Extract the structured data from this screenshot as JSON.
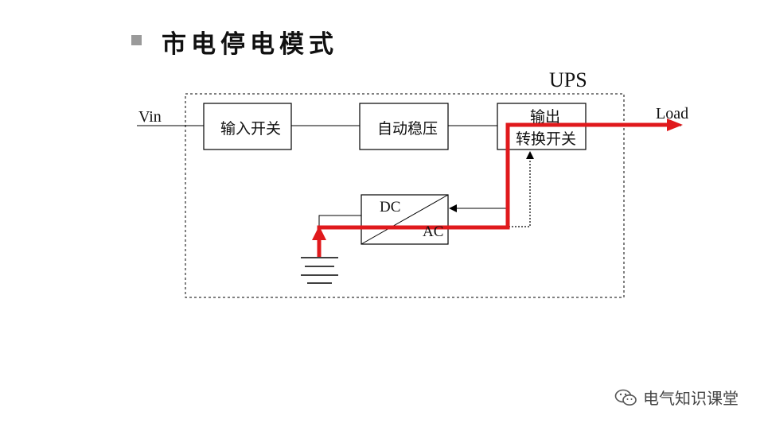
{
  "slide": {
    "title": "市电停电模式"
  },
  "diagram": {
    "ups_label": "UPS",
    "input_label": "Vin",
    "output_label": "Load",
    "blocks": {
      "input_switch": "输入开关",
      "auto_regulator": "自动稳压",
      "output_switch_line1": "输出",
      "output_switch_line2": "转换开关",
      "inverter_dc": "DC",
      "inverter_ac": "AC"
    },
    "power_flow_color": "#e0191c"
  },
  "footer": {
    "source": "电气知识课堂",
    "icon": "wechat-icon"
  }
}
